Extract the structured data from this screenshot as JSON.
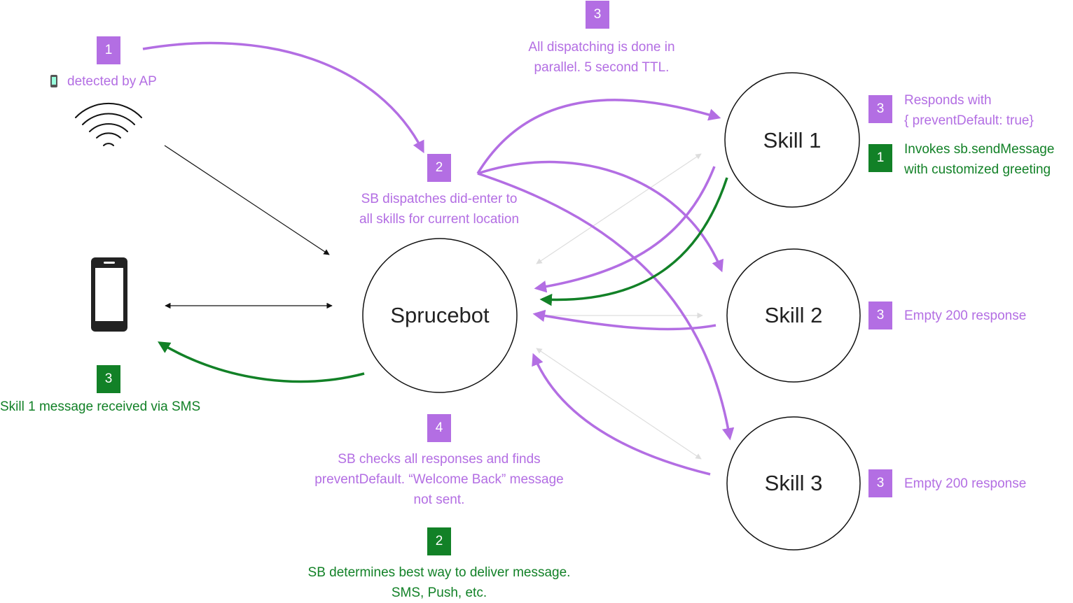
{
  "nodes": {
    "sprucebot": "Sprucebot",
    "skill1": "Skill 1",
    "skill2": "Skill 2",
    "skill3": "Skill 3"
  },
  "steps": {
    "s1": {
      "badge": "1",
      "text": "detected by AP"
    },
    "s2": {
      "badge": "2",
      "line1": "SB dispatches did-enter to",
      "line2": "all skills for current location"
    },
    "s3_top": {
      "badge": "3",
      "line1": "All dispatching is done in",
      "line2": "parallel. 5 second TTL."
    },
    "s4": {
      "badge": "4",
      "line1": "SB checks all responses and finds",
      "line2": "preventDefault. “Welcome Back” message",
      "line3": "not sent."
    },
    "g1": {
      "badge": "1",
      "line1": "Invokes sb.sendMessage",
      "line2": "with customized greeting"
    },
    "g2": {
      "badge": "2",
      "line1": "SB determines best way to deliver message.",
      "line2": "SMS, Push, etc."
    },
    "g3": {
      "badge": "3",
      "text": "Skill 1 message received via SMS"
    },
    "skill1_resp": {
      "badge": "3",
      "line1": "Responds with",
      "line2": "{ preventDefault: true}"
    },
    "skill2_resp": {
      "badge": "3",
      "text": "Empty 200 response"
    },
    "skill3_resp": {
      "badge": "3",
      "text": "Empty 200 response"
    }
  },
  "colors": {
    "purple": "#b36ee3",
    "green": "#128127",
    "black": "#111111",
    "light_gray": "#dddddd"
  },
  "icons": {
    "wifi": "wifi-icon",
    "phone": "smartphone-icon",
    "mini_phone": "mobile-phone-icon"
  }
}
